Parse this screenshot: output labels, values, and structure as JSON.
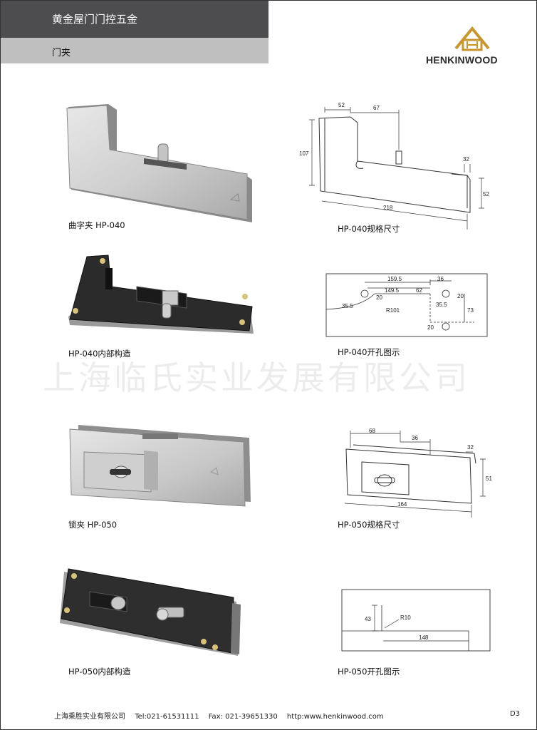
{
  "header": {
    "title": "黄金屋门门控五金",
    "category": "门夹"
  },
  "logo": {
    "brand": "HENKINWOOD"
  },
  "products": [
    {
      "caption": "曲字夹 HP-040"
    },
    {
      "caption": "HP-040规格尺寸"
    },
    {
      "caption": "HP-040内部构造"
    },
    {
      "caption": "HP-040开孔图示"
    },
    {
      "caption": "锁夹 HP-050"
    },
    {
      "caption": "HP-050规格尺寸"
    },
    {
      "caption": "HP-050内部构造"
    },
    {
      "caption": "HP-050开孔图示"
    }
  ],
  "dims": {
    "hp040_spec": [
      "52",
      "67",
      "107",
      "32",
      "52",
      "218"
    ],
    "hp040_hole": [
      "159.5",
      "36",
      "149.5",
      "62",
      "20",
      "20",
      "35.5",
      "R101",
      "35.5",
      "73",
      "20"
    ],
    "hp050_spec": [
      "68",
      "36",
      "32",
      "51",
      "164"
    ],
    "hp050_hole": [
      "43",
      "R10",
      "148"
    ]
  },
  "watermark": "上海临氏实业发展有限公司",
  "footer": {
    "company": "上海乘胜实业有限公司",
    "tel": "Tel:021-61531111",
    "fax": "Fax: 021-39651330",
    "web": "http:www.henkinwood.com",
    "page": "D3"
  },
  "colors": {
    "header_dark": "#4d4d4f",
    "header_light": "#bfbfbf",
    "logo_gold": "#c9962e"
  }
}
